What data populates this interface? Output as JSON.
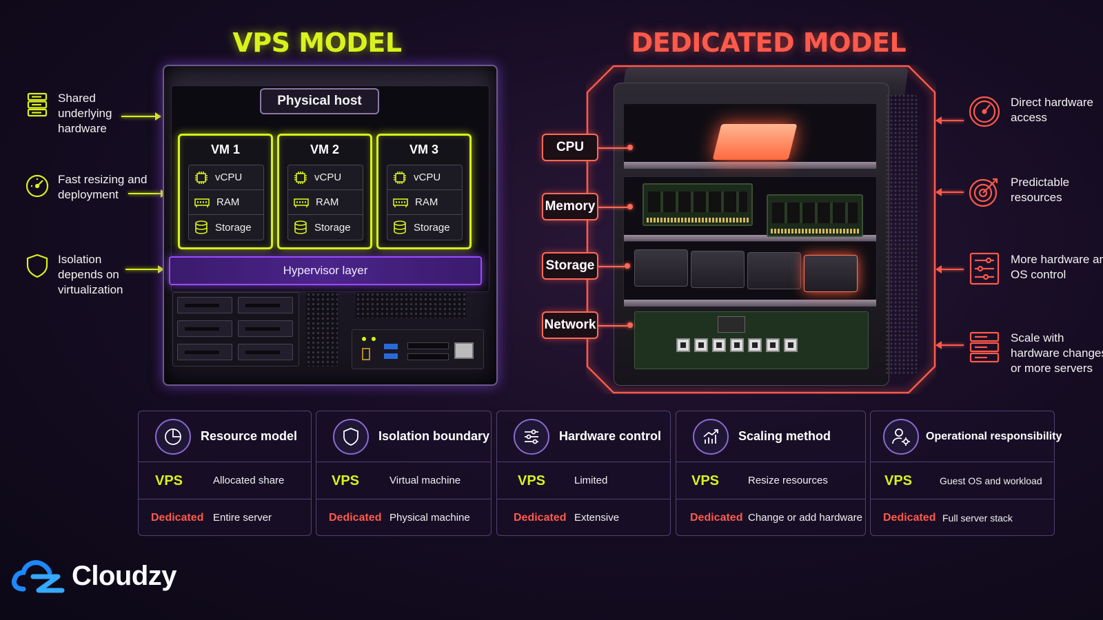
{
  "titles": {
    "vps": "VPS MODEL",
    "dedicated": "DEDICATED MODEL"
  },
  "vps": {
    "physical_host": "Physical host",
    "hypervisor": "Hypervisor layer",
    "vms": [
      {
        "name": "VM 1",
        "rows": [
          "vCPU",
          "RAM",
          "Storage"
        ]
      },
      {
        "name": "VM 2",
        "rows": [
          "vCPU",
          "RAM",
          "Storage"
        ]
      },
      {
        "name": "VM 3",
        "rows": [
          "vCPU",
          "RAM",
          "Storage"
        ]
      }
    ],
    "notes": [
      {
        "text": "Shared underlying hardware",
        "icon": "server-stack-icon"
      },
      {
        "text": "Fast resizing and deployment",
        "icon": "speedometer-icon"
      },
      {
        "text": "Isolation depends on virtualization",
        "icon": "shield-icon"
      }
    ]
  },
  "dedicated": {
    "components": [
      "CPU",
      "Memory",
      "Storage",
      "Network"
    ],
    "notes": [
      {
        "text": "Direct hardware access",
        "icon": "gauge-icon"
      },
      {
        "text": "Predictable resources",
        "icon": "target-icon"
      },
      {
        "text": "More hardware and OS control",
        "icon": "sliders-panel-icon"
      },
      {
        "text": "Scale with hardware changes or more servers",
        "icon": "server-stack-icon"
      }
    ]
  },
  "comparison": [
    {
      "title": "Resource model",
      "icon": "pie-chart-icon",
      "vps_label": "VPS",
      "vps": "Allocated share",
      "ded_label": "Dedicated",
      "dedicated": "Entire server"
    },
    {
      "title": "Isolation boundary",
      "icon": "shield-icon",
      "vps_label": "VPS",
      "vps": "Virtual machine",
      "ded_label": "Dedicated",
      "dedicated": "Physical machine"
    },
    {
      "title": "Hardware control",
      "icon": "sliders-icon",
      "vps_label": "VPS",
      "vps": "Limited",
      "ded_label": "Dedicated",
      "dedicated": "Extensive"
    },
    {
      "title": "Scaling method",
      "icon": "growth-chart-icon",
      "vps_label": "VPS",
      "vps": "Resize resources",
      "ded_label": "Dedicated",
      "dedicated": "Change or add hardware"
    },
    {
      "title": "Operational responsibility",
      "icon": "user-gear-icon",
      "vps_label": "VPS",
      "vps": "Guest OS and workload",
      "ded_label": "Dedicated",
      "dedicated": "Full server stack"
    }
  ],
  "brand": {
    "name": "Cloudzy"
  },
  "colors": {
    "vps_accent": "#d8f31c",
    "dedicated_accent": "#ff5a4a",
    "hypervisor": "#9b4bff"
  }
}
